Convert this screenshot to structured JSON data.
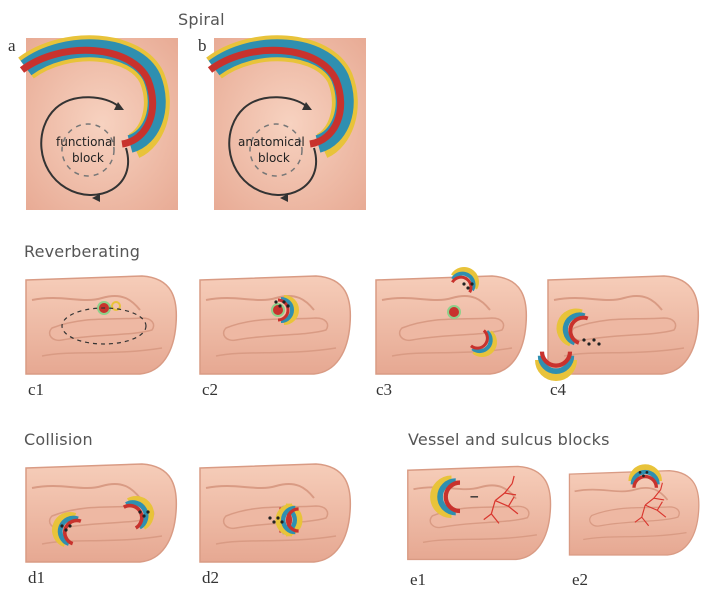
{
  "titles": {
    "spiral": "Spiral",
    "reverberating": "Reverberating",
    "collision": "Collision",
    "vessel": "Vessel and sulcus blocks"
  },
  "spiral_panels": {
    "a": {
      "letter": "a",
      "line1": "functional",
      "line2": "block"
    },
    "b": {
      "letter": "b",
      "line1": "anatomical",
      "line2": "block"
    }
  },
  "brain_labels": {
    "c1": "c1",
    "c2": "c2",
    "c3": "c3",
    "c4": "c4",
    "d1": "d1",
    "d2": "d2",
    "e1": "e1",
    "e2": "e2"
  },
  "colors": {
    "tissue": "#f2c0aa",
    "tissue_dark": "#d99b84",
    "wave_red": "#c8322d",
    "wave_blue": "#2f8fb0",
    "wave_yellow": "#e8c33a",
    "vessel": "#d9362e"
  }
}
